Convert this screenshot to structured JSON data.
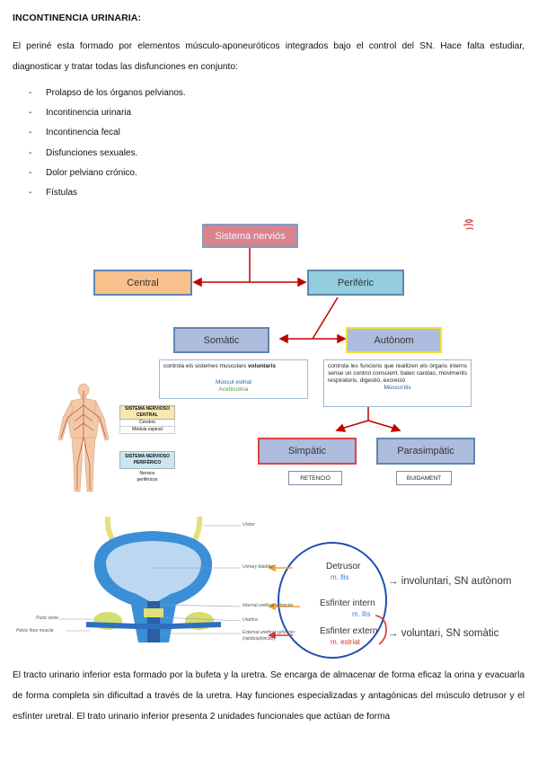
{
  "title": "INCONTINENCIA URINARIA:",
  "intro": "El periné esta formado por elementos músculo-aponeuróticos integrados bajo el control del SN. Hace falta estudiar, diagnosticar y tratar todas las disfunciones en conjunto:",
  "bullets": [
    "Prolapso de los órganos pelvianos.",
    "Incontinencia urinaria",
    "Incontinencia fecal",
    "Disfunciones sexuales.",
    "Dolor pelviano crónico.",
    "Fístulas"
  ],
  "diagram": {
    "top": "Sistema nerviós",
    "central": "Central",
    "periferic": "Perifèric",
    "somatic": "Somàtic",
    "autonom": "Autònom",
    "somatic_desc": "controla els sistemes musculars",
    "somatic_desc_bold": "voluntaris",
    "somatic_muscle": "Múscul estriat",
    "somatic_nt": "Acetilcolina",
    "autonom_desc": "controla les funcions que realitzen els òrgans interns sense un control conscient. batec cardiac, moviments respiratoris, digestió, excreció",
    "autonom_muscle": "Múscul llis",
    "simpatic": "Simpàtic",
    "parasimpatic": "Parasimpàtic",
    "retencio": "RETENCIÓ",
    "buidament": "BUIDAMENT",
    "colors": {
      "top": "#d9838f",
      "central": "#f8c08d",
      "periferic": "#93cddd",
      "somatic": "#aebcdd",
      "autonom": "#aebcdd",
      "arrow": "#c00000"
    }
  },
  "body_figure": {
    "central_title": "SISTEMA NERVIOSO CENTRAL",
    "central_items": [
      "Cerebro",
      "Médula espinal"
    ],
    "peripheral_title": "SISTEMA NERVIOSO PERIFÉRICO",
    "peripheral_items": [
      "Nervios",
      "periféricos"
    ]
  },
  "bladder": {
    "labels": [
      "Ureter",
      "Urinary bladder",
      "Internal urethral sphincter",
      "Urethra",
      "External urethral sphincter",
      "(rabdosphincter)",
      "Pubic bone",
      "Pelvic floor muscle"
    ],
    "detrusor": "Detrusor",
    "detrusor_sub": "m. llis",
    "internal": "Esfinter intern",
    "internal_sub": "m. llis",
    "external": "Esfinter extern",
    "external_sub": "m. estriat",
    "involuntary": "→ involuntari, SN autònom",
    "voluntary": "→ voluntari, SN somàtic"
  },
  "closing": "El tracto urinario inferior esta formado por la bufeta y la uretra. Se encarga de almacenar de forma eficaz la orina y evacuarla de forma completa sin dificultad a través de la uretra. Hay funciones especializadas y antagónicas del músculo detrusor y el esfínter uretral. El trato urinario inferior presenta 2 unidades funcionales que actúan de forma"
}
